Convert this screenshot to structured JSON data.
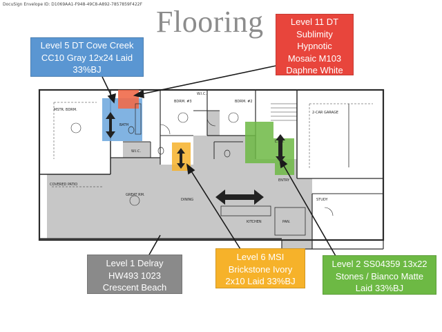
{
  "envelope_id": "DocuSign Envelope ID: D1069AA1-F948-49C8-A892-7857859F422F",
  "title": "Flooring",
  "callouts": {
    "level5": {
      "lines": [
        "Level 5 DT Cove Creek",
        "CC10 Gray 12x24 Laid",
        "33%BJ"
      ],
      "color": "#5a96d2"
    },
    "level11": {
      "lines": [
        "Level 11 DT",
        "Sublimity",
        "Hypnotic",
        "Mosaic M103",
        "Daphne White"
      ],
      "color": "#e8453c"
    },
    "level6": {
      "lines": [
        "Level 6 MSI",
        "Brickstone Ivory",
        "2x10 Laid 33%BJ"
      ],
      "color": "#f6b22a"
    },
    "level1": {
      "lines": [
        "Level 1 Delray",
        "HW493 1023",
        "Crescent Beach"
      ],
      "color": "#8a8a8a"
    },
    "level2": {
      "lines": [
        "Level 2 SS04359 13x22",
        "Stones / Bianco Matte",
        "Laid 33%BJ"
      ],
      "color": "#6db944"
    }
  },
  "rooms": {
    "mstr_bdrm": "MSTR. BDRM.",
    "bdrm3": "BDRM. #3",
    "bdrm2": "BDRM. #2",
    "wic_top": "W.I.C.",
    "wic": "W.I.C.",
    "bath": "BATH",
    "garage": "2-CAR GARAGE",
    "laundry": "L.RM.",
    "covered_patio": "COVERED PATIO",
    "great_rm": "GREAT RM.",
    "dining": "DINING",
    "kitchen": "KITCHEN",
    "pan": "PAN.",
    "entry": "ENTRY",
    "study": "STUDY"
  }
}
